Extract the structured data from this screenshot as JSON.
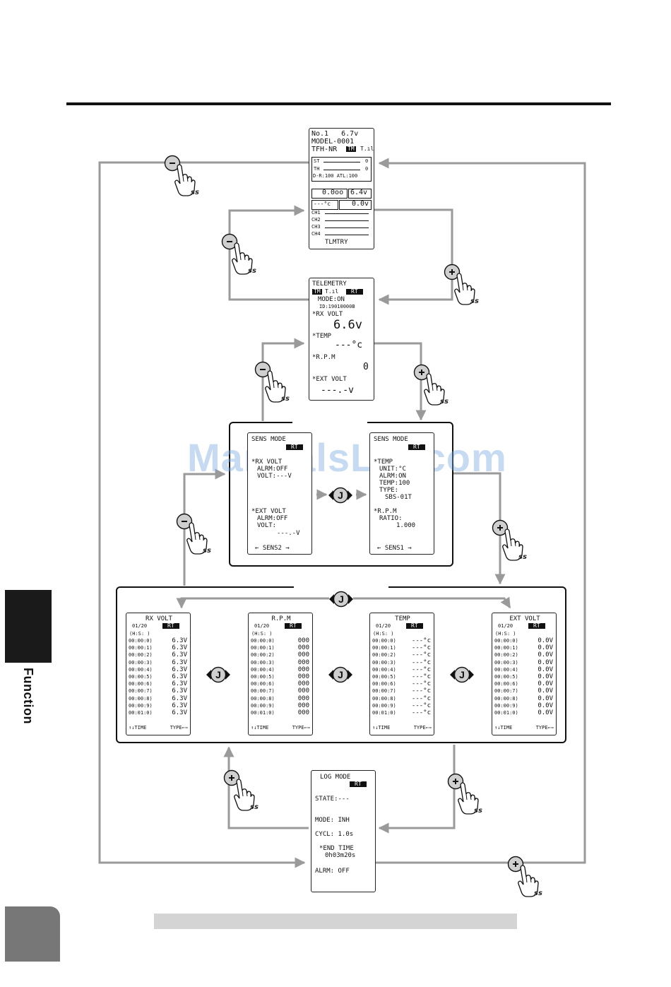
{
  "side_tab_label": "Function",
  "watermark": "ManualsLib.com",
  "touch_label": "ss",
  "colors": {
    "connector": "#9a9a9a",
    "frame": "#111111",
    "tab": "#1a1a1a",
    "page_tab": "#777777",
    "bar": "#d4d4d4"
  },
  "icons": [
    "minus-button-icon",
    "plus-button-icon",
    "jog-button-icon",
    "finger-tap-icon"
  ],
  "home": {
    "l1": "No.1   6.7v",
    "l2": "MODEL-0001",
    "l3": "TFH-NR",
    "l3b": "TM",
    "l3c": "T.ıl",
    "st": "ST",
    "th": "TH",
    "trim_val": "0",
    "dr": "D-R:100 ATL:100",
    "timer1": "0.0oo",
    "volt1": "6.4v",
    "temp": "---°c",
    "volt2": "0.0v",
    "ch1": "CH1",
    "ch2": "CH2",
    "ch3": "CH3",
    "ch4": "CH4",
    "tlm": "TLMTRY"
  },
  "telemetry": {
    "title": "TELEMETRY",
    "tm": "TM",
    "sig": "T.ıl",
    "rt": "RT",
    "mode": "MODE:ON",
    "id": "ID:19010000B",
    "rxvolt": "*RX VOLT",
    "rxval": "6.6v",
    "temp": "*TEMP",
    "tempval": "---°c",
    "rpm": "*R.P.M",
    "rpmval": "0",
    "ext": "*EXT VOLT",
    "extval": "---.-v"
  },
  "sens2": {
    "title": "SENS MODE",
    "rt": "RT",
    "l1": "*RX VOLT",
    "l2": "ALRM:OFF",
    "l3": "VOLT:---V",
    "l4": "*EXT VOLT",
    "l5": "ALRM:OFF",
    "l6": "VOLT:",
    "l7": "---.-V",
    "foot": "← SENS2 →"
  },
  "sens1": {
    "title": "SENS MODE",
    "rt": "RT",
    "l1": "*TEMP",
    "l2": "UNIT:°C",
    "l3": "ALRM:ON",
    "l4": "TEMP:100",
    "l5": "TYPE:",
    "l6": "SBS-01T",
    "l7": "*R.P.M",
    "l8": "RATIO:",
    "l9": "1.000",
    "foot": "← SENS1 →"
  },
  "logs": [
    {
      "title": "RX VOLT",
      "page": "01/20",
      "rt": "RT",
      "hdr": "(H:S: )",
      "rows": [
        [
          "00:00:0)",
          "6.3V"
        ],
        [
          "00:00:1)",
          "6.3V"
        ],
        [
          "00:00:2)",
          "6.3V"
        ],
        [
          "00:00:3)",
          "6.3V"
        ],
        [
          "00:00:4)",
          "6.3V"
        ],
        [
          "00:00:5)",
          "6.3V"
        ],
        [
          "00:00:6)",
          "6.3V"
        ],
        [
          "00:00:7)",
          "6.3V"
        ],
        [
          "00:00:8)",
          "6.3V"
        ],
        [
          "00:00:9)",
          "6.3V"
        ],
        [
          "00:01:0)",
          "6.3V"
        ]
      ],
      "foot1": "↑↓TIME",
      "foot2": "TYPE⇐⇒"
    },
    {
      "title": "R.P.M",
      "page": "01/20",
      "rt": "RT",
      "hdr": "(H:S: )",
      "rows": [
        [
          "00:00:0)",
          "000"
        ],
        [
          "00:00:1)",
          "000"
        ],
        [
          "00:00:2)",
          "000"
        ],
        [
          "00:00:3)",
          "000"
        ],
        [
          "00:00:4)",
          "000"
        ],
        [
          "00:00:5)",
          "000"
        ],
        [
          "00:00:6)",
          "000"
        ],
        [
          "00:00:7)",
          "000"
        ],
        [
          "00:00:8)",
          "000"
        ],
        [
          "00:00:9)",
          "000"
        ],
        [
          "00:01:0)",
          "000"
        ]
      ],
      "foot1": "↑↓TIME",
      "foot2": "TYPE⇐⇒"
    },
    {
      "title": "TEMP",
      "page": "01/20",
      "rt": "RT",
      "hdr": "(H:S: )",
      "rows": [
        [
          "00:00:0)",
          "---°c"
        ],
        [
          "00:00:1)",
          "---°c"
        ],
        [
          "00:00:2)",
          "---°c"
        ],
        [
          "00:00:3)",
          "---°c"
        ],
        [
          "00:00:4)",
          "---°c"
        ],
        [
          "00:00:5)",
          "---°c"
        ],
        [
          "00:00:6)",
          "---°c"
        ],
        [
          "00:00:7)",
          "---°c"
        ],
        [
          "00:00:8)",
          "---°c"
        ],
        [
          "00:00:9)",
          "---°c"
        ],
        [
          "00:01:0)",
          "---°c"
        ]
      ],
      "foot1": "↑↓TIME",
      "foot2": "TYPE⇐⇒"
    },
    {
      "title": "EXT VOLT",
      "page": "01/20",
      "rt": "RT",
      "hdr": "(H:S: )",
      "rows": [
        [
          "00:00:0)",
          "0.0V"
        ],
        [
          "00:00:1)",
          "0.0V"
        ],
        [
          "00:00:2)",
          "0.0V"
        ],
        [
          "00:00:3)",
          "0.0V"
        ],
        [
          "00:00:4)",
          "0.0V"
        ],
        [
          "00:00:5)",
          "0.0V"
        ],
        [
          "00:00:6)",
          "0.0V"
        ],
        [
          "00:00:7)",
          "0.0V"
        ],
        [
          "00:00:8)",
          "0.0V"
        ],
        [
          "00:00:9)",
          "0.0V"
        ],
        [
          "00:01:0)",
          "0.0V"
        ]
      ],
      "foot1": "↑↓TIME",
      "foot2": "TYPE⇐⇒"
    }
  ],
  "logmode": {
    "title": "LOG MODE",
    "rt": "RT",
    "state": "STATE:---",
    "mode": "MODE: INH",
    "cycl": "CYCL: 1.0s",
    "endtime": "*END TIME",
    "endval": "0h03m20s",
    "alarm": "ALRM: OFF"
  }
}
